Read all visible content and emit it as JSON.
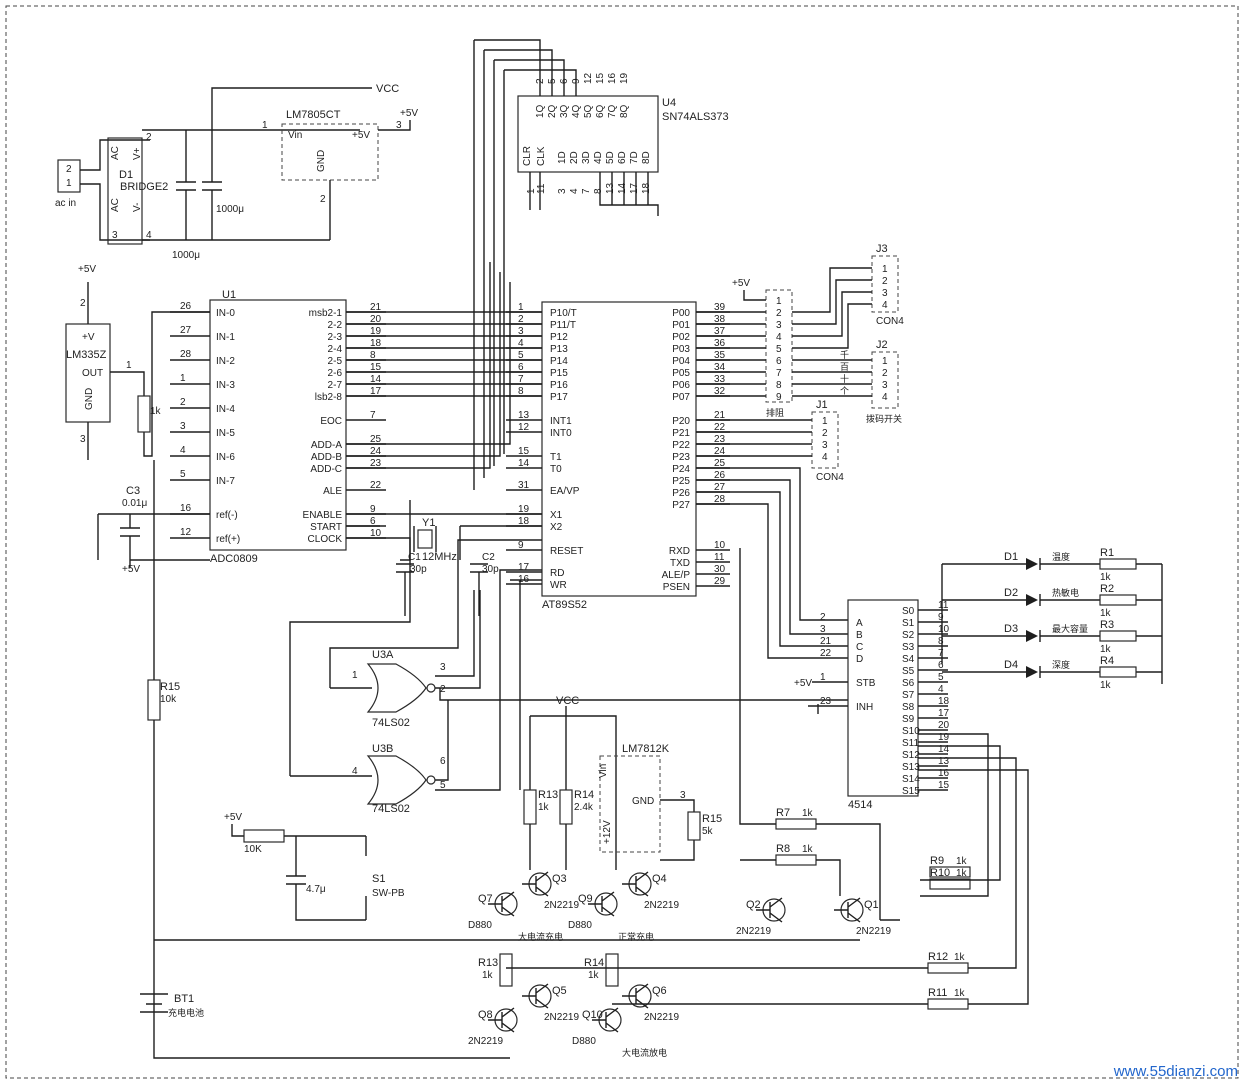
{
  "colors": {
    "ink": "#1e1e1e",
    "paper": "#ffffff",
    "watermark": "#2266cc"
  },
  "power": {
    "vcc": "VCC",
    "p5v": "+5V",
    "p12v": "+12V"
  },
  "watermark": "www.55dianzi.com",
  "components": {
    "j_ac": {
      "pins": [
        "2",
        "1"
      ],
      "label": "ac in"
    },
    "d1": {
      "name": "D1",
      "part": "BRIDGE2",
      "ac1": "AC",
      "ac2": "AC",
      "vp": "V+",
      "vm": "V-",
      "pins": [
        "2",
        "1",
        "3",
        "4"
      ]
    },
    "caps_supply": [
      "1000μ",
      "1000μ"
    ],
    "lm7805": {
      "name": "LM7805CT",
      "vin": "Vin",
      "out": "+5V",
      "gnd": "GND",
      "pins": [
        "1",
        "3",
        "2"
      ]
    },
    "lm335": {
      "name": "LM335Z",
      "pv": "+V",
      "out": "OUT",
      "gnd": "GND",
      "pins": [
        "2",
        "1",
        "3"
      ],
      "rlabel": "1k"
    },
    "c3": {
      "name": "C3",
      "value": "0.01μ"
    },
    "adc": {
      "ref": "U1",
      "part": "ADC0809",
      "left": [
        {
          "num": "26",
          "name": "IN-0"
        },
        {
          "num": "27",
          "name": "IN-1"
        },
        {
          "num": "28",
          "name": "IN-2"
        },
        {
          "num": "1",
          "name": "IN-3"
        },
        {
          "num": "2",
          "name": "IN-4"
        },
        {
          "num": "3",
          "name": "IN-5"
        },
        {
          "num": "4",
          "name": "IN-6"
        },
        {
          "num": "5",
          "name": "IN-7"
        },
        {
          "num": "16",
          "name": "ref(-)"
        },
        {
          "num": "12",
          "name": "ref(+)"
        }
      ],
      "right": [
        {
          "num": "21",
          "name": "msb2-1"
        },
        {
          "num": "20",
          "name": "2-2"
        },
        {
          "num": "19",
          "name": "2-3"
        },
        {
          "num": "18",
          "name": "2-4"
        },
        {
          "num": "8",
          "name": "2-5"
        },
        {
          "num": "15",
          "name": "2-6"
        },
        {
          "num": "14",
          "name": "2-7"
        },
        {
          "num": "17",
          "name": "lsb2-8"
        },
        {
          "num": "7",
          "name": "EOC"
        },
        {
          "num": "25",
          "name": "ADD-A"
        },
        {
          "num": "24",
          "name": "ADD-B"
        },
        {
          "num": "23",
          "name": "ADD-C"
        },
        {
          "num": "22",
          "name": "ALE"
        },
        {
          "num": "9",
          "name": "ENABLE"
        },
        {
          "num": "6",
          "name": "START"
        },
        {
          "num": "10",
          "name": "CLOCK"
        }
      ]
    },
    "mcu": {
      "part": "AT89S52",
      "left": [
        {
          "num": "1",
          "name": "P10/T"
        },
        {
          "num": "2",
          "name": "P11/T"
        },
        {
          "num": "3",
          "name": "P12"
        },
        {
          "num": "4",
          "name": "P13"
        },
        {
          "num": "5",
          "name": "P14"
        },
        {
          "num": "6",
          "name": "P15"
        },
        {
          "num": "7",
          "name": "P16"
        },
        {
          "num": "8",
          "name": "P17"
        },
        {
          "num": "13",
          "name": "INT1"
        },
        {
          "num": "12",
          "name": "INT0"
        },
        {
          "num": "15",
          "name": "T1"
        },
        {
          "num": "14",
          "name": "T0"
        },
        {
          "num": "31",
          "name": "EA/VP"
        },
        {
          "num": "19",
          "name": "X1"
        },
        {
          "num": "18",
          "name": "X2"
        },
        {
          "num": "9",
          "name": "RESET"
        },
        {
          "num": "17",
          "name": "RD"
        },
        {
          "num": "16",
          "name": "WR"
        }
      ],
      "right": [
        {
          "num": "39",
          "name": "P00"
        },
        {
          "num": "38",
          "name": "P01"
        },
        {
          "num": "37",
          "name": "P02"
        },
        {
          "num": "36",
          "name": "P03"
        },
        {
          "num": "35",
          "name": "P04"
        },
        {
          "num": "34",
          "name": "P05"
        },
        {
          "num": "33",
          "name": "P06"
        },
        {
          "num": "32",
          "name": "P07"
        },
        {
          "num": "21",
          "name": "P20"
        },
        {
          "num": "22",
          "name": "P21"
        },
        {
          "num": "23",
          "name": "P22"
        },
        {
          "num": "24",
          "name": "P23"
        },
        {
          "num": "25",
          "name": "P24"
        },
        {
          "num": "26",
          "name": "P25"
        },
        {
          "num": "27",
          "name": "P26"
        },
        {
          "num": "28",
          "name": "P27"
        },
        {
          "num": "10",
          "name": "RXD"
        },
        {
          "num": "11",
          "name": "TXD"
        },
        {
          "num": "30",
          "name": "ALE/P"
        },
        {
          "num": "29",
          "name": "PSEN"
        }
      ]
    },
    "u4": {
      "ref": "U4",
      "part": "SN74ALS373",
      "q": [
        "1Q",
        "2Q",
        "3Q",
        "4Q",
        "5Q",
        "6Q",
        "7Q",
        "8Q"
      ],
      "qpins": [
        "2",
        "5",
        "6",
        "9",
        "12",
        "15",
        "16",
        "19"
      ],
      "d": [
        "1D",
        "2D",
        "3D",
        "4D",
        "5D",
        "6D",
        "7D",
        "8D"
      ],
      "dpins": [
        "3",
        "4",
        "7",
        "8",
        "13",
        "14",
        "17",
        "18"
      ],
      "clr": "CLR",
      "clk": "CLK",
      "cpins": [
        "1",
        "11"
      ]
    },
    "j_left": {
      "pins": [
        "1",
        "2",
        "3",
        "4",
        "5",
        "6",
        "7",
        "8",
        "9"
      ],
      "label": "排阻"
    },
    "j3": {
      "ref": "J3",
      "pins": [
        "1",
        "2",
        "3",
        "4"
      ],
      "part": "CON4"
    },
    "j2": {
      "ref": "J2",
      "pins": [
        "1",
        "2",
        "3",
        "4"
      ],
      "label": "拨码开关",
      "taps": [
        "千",
        "百",
        "十",
        "个"
      ]
    },
    "j1": {
      "ref": "J1",
      "pins": [
        "1",
        "2",
        "3",
        "4"
      ],
      "part": "CON4"
    },
    "crystal": {
      "ref": "Y1",
      "value": "12MHz",
      "c1": "C1",
      "c2": "C2",
      "cap": "30p"
    },
    "u3a": {
      "ref": "U3A",
      "part": "74LS02",
      "pins": [
        "1",
        "3",
        "2"
      ]
    },
    "u3b": {
      "ref": "U3B",
      "part": "74LS02",
      "pins": [
        "4",
        "6",
        "5"
      ]
    },
    "dec": {
      "part": "4514",
      "left": [
        {
          "num": "2",
          "name": "A"
        },
        {
          "num": "3",
          "name": "B"
        },
        {
          "num": "21",
          "name": "C"
        },
        {
          "num": "22",
          "name": "D"
        },
        {
          "num": "1",
          "name": "STB"
        },
        {
          "num": "23",
          "name": "INH"
        }
      ],
      "right": [
        {
          "num": "11",
          "name": "S0"
        },
        {
          "num": "9",
          "name": "S1"
        },
        {
          "num": "10",
          "name": "S2"
        },
        {
          "num": "8",
          "name": "S3"
        },
        {
          "num": "7",
          "name": "S4"
        },
        {
          "num": "6",
          "name": "S5"
        },
        {
          "num": "5",
          "name": "S6"
        },
        {
          "num": "4",
          "name": "S7"
        },
        {
          "num": "18",
          "name": "S8"
        },
        {
          "num": "17",
          "name": "S9"
        },
        {
          "num": "20",
          "name": "S10"
        },
        {
          "num": "19",
          "name": "S11"
        },
        {
          "num": "14",
          "name": "S12"
        },
        {
          "num": "13",
          "name": "S13"
        },
        {
          "num": "16",
          "name": "S14"
        },
        {
          "num": "15",
          "name": "S15"
        }
      ]
    },
    "leds": [
      {
        "ref": "D1",
        "label": "温度",
        "r": "R1",
        "rv": "1k"
      },
      {
        "ref": "D2",
        "label": "热敏电",
        "r": "R2",
        "rv": "1k"
      },
      {
        "ref": "D3",
        "label": "最大容量",
        "r": "R3",
        "rv": "1k"
      },
      {
        "ref": "D4",
        "label": "深度",
        "r": "R4",
        "rv": "1k"
      }
    ],
    "r15a": {
      "name": "R15",
      "value": "10k"
    },
    "lm7812": {
      "name": "LM7812K",
      "vin": "Vin",
      "gnd": "GND",
      "out": "+12V",
      "pin": "3"
    },
    "r15b": {
      "name": "R15",
      "value": "5k"
    },
    "r13a": {
      "name": "R13",
      "value": "1k"
    },
    "r14a": {
      "name": "R14",
      "value": "2.4k"
    },
    "reset": {
      "r": "10K",
      "c": "4.7μ",
      "sw": "S1",
      "swpart": "SW-PB"
    },
    "transistors": {
      "q3": {
        "name": "Q3",
        "part": "2N2219"
      },
      "q7": {
        "name": "Q7",
        "part": "D880",
        "note": "大电流充电"
      },
      "q4": {
        "name": "Q4",
        "part": "2N2219"
      },
      "q9": {
        "name": "Q9",
        "part": "D880",
        "note": "正常充电"
      },
      "q2": {
        "name": "Q2",
        "part": "2N2219"
      },
      "q1": {
        "name": "Q1",
        "part": "2N2219"
      },
      "q5": {
        "name": "Q5",
        "part": "2N2219"
      },
      "q8": {
        "name": "Q8",
        "part": "2N2219"
      },
      "q6": {
        "name": "Q6",
        "part": "2N2219"
      },
      "q10": {
        "name": "Q10",
        "part": "D880",
        "note": "大电流放电"
      }
    },
    "resistors_low": {
      "r7": {
        "name": "R7",
        "value": "1k"
      },
      "r8": {
        "name": "R8",
        "value": "1k"
      },
      "r9": {
        "name": "R9",
        "value": "1k"
      },
      "r10": {
        "name": "R10",
        "value": "1k"
      },
      "r12": {
        "name": "R12",
        "value": "1k"
      },
      "r11": {
        "name": "R11",
        "value": "1k"
      },
      "r13b": {
        "name": "R13",
        "value": "1k"
      },
      "r14b": {
        "name": "R14",
        "value": "1k"
      }
    },
    "bt1": {
      "name": "BT1",
      "label": "充电电池"
    }
  }
}
